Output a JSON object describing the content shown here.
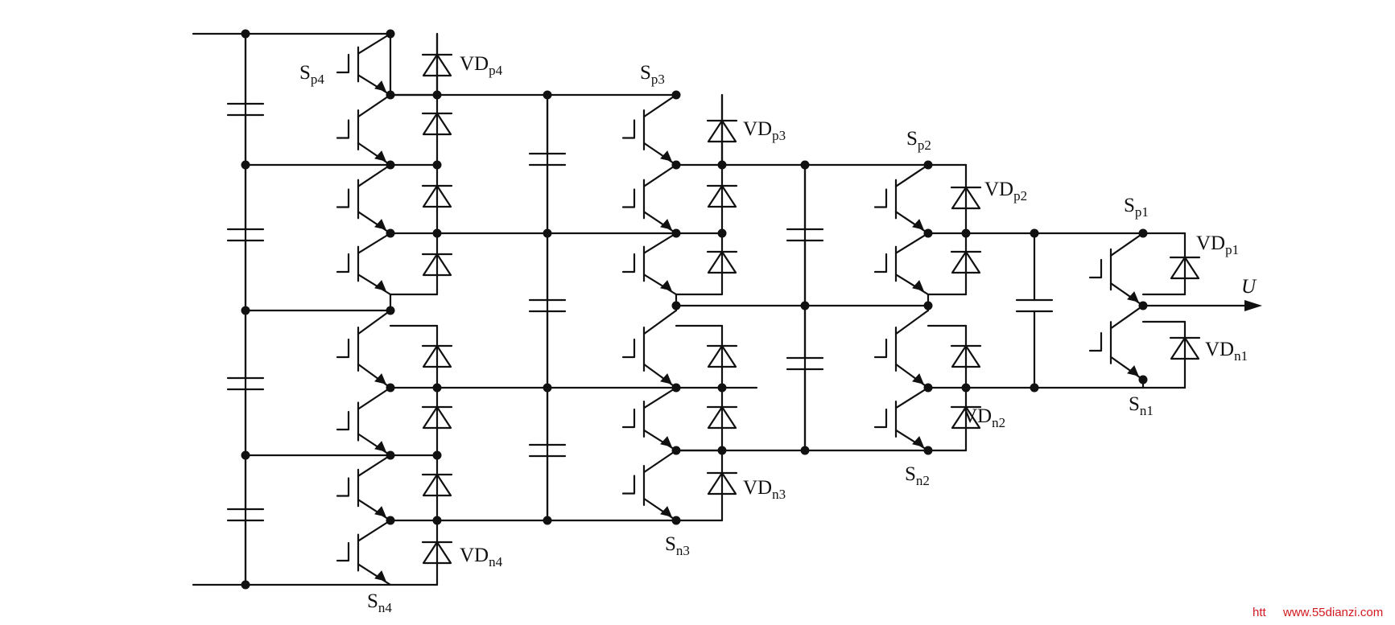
{
  "labels": {
    "sp4": {
      "main": "S",
      "sub": "p4"
    },
    "sp3": {
      "main": "S",
      "sub": "p3"
    },
    "sp2": {
      "main": "S",
      "sub": "p2"
    },
    "sp1": {
      "main": "S",
      "sub": "p1"
    },
    "sn4": {
      "main": "S",
      "sub": "n4"
    },
    "sn3": {
      "main": "S",
      "sub": "n3"
    },
    "sn2": {
      "main": "S",
      "sub": "n2"
    },
    "sn1": {
      "main": "S",
      "sub": "n1"
    },
    "vdp4": {
      "main": "VD",
      "sub": "p4"
    },
    "vdp3": {
      "main": "VD",
      "sub": "p3"
    },
    "vdp2": {
      "main": "VD",
      "sub": "p2"
    },
    "vdp1": {
      "main": "VD",
      "sub": "p1"
    },
    "vdn4": {
      "main": "VD",
      "sub": "n4"
    },
    "vdn3": {
      "main": "VD",
      "sub": "n3"
    },
    "vdn2": {
      "main": "VD",
      "sub": "n2"
    },
    "vdn1": {
      "main": "VD",
      "sub": "n1"
    },
    "output": "U"
  },
  "watermark": {
    "prefix": "htt",
    "site": "www.55dianzi.com"
  },
  "colors": {
    "wire": "#111111",
    "watermark": "#d1191f"
  }
}
